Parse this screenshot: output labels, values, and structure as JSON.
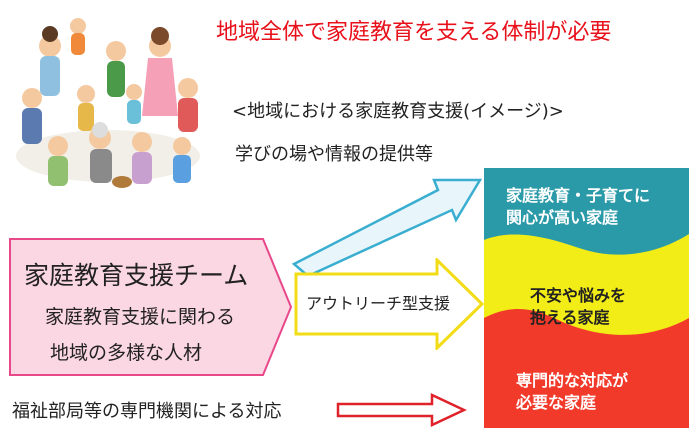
{
  "title": "地域全体で家庭教育を支える体制が必要",
  "subtitle": "<地域における家庭教育支援(イメージ)>",
  "learning": "学びの場や情報の提供等",
  "team": {
    "title": "家庭教育支援チーム",
    "line1": "家庭教育支援に関わる",
    "line2": "地域の多様な人材"
  },
  "outreach": "アウトリーチ型支援",
  "welfare": "福祉部局等の専門機関による対応",
  "bands": {
    "top": [
      "家庭教育・子育てに",
      "関心が高い家庭"
    ],
    "middle": [
      "不安や悩みを",
      "抱える家庭"
    ],
    "bottom": [
      "専門的な対応が",
      "必要な家庭"
    ]
  },
  "colors": {
    "title": "#e8101a",
    "band_top": "#2a9aa8",
    "band_middle": "#f2ec17",
    "band_bottom": "#f23a2a",
    "team_box": "#fbd6e3",
    "team_border": "#e8478a",
    "learning_arrow": "#3aaed0",
    "outreach_arrow": "#f2dc15",
    "welfare_arrow": "#e0222a"
  }
}
